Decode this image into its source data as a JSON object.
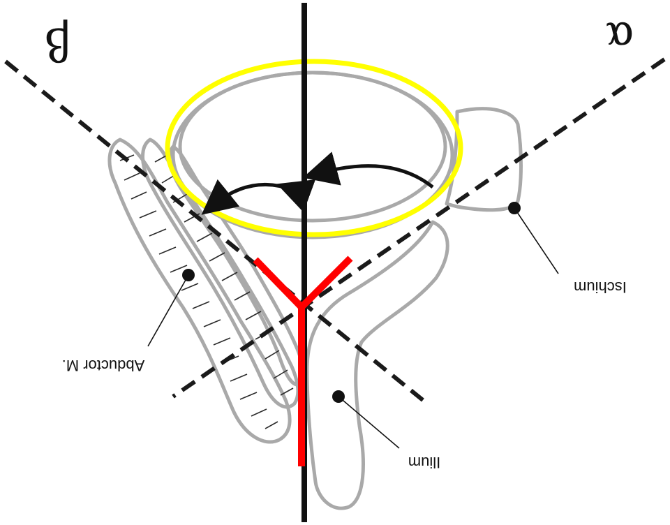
{
  "labels": {
    "alpha": "α",
    "beta": "β",
    "ischium": "Ischium",
    "ilium": "Ilium",
    "abductor": "Abductor M."
  },
  "colors": {
    "acetabular_rim": "#ffff00",
    "y_line": "#ff0000",
    "bone_outline": "#a9a9a9",
    "lines": "#111111"
  }
}
